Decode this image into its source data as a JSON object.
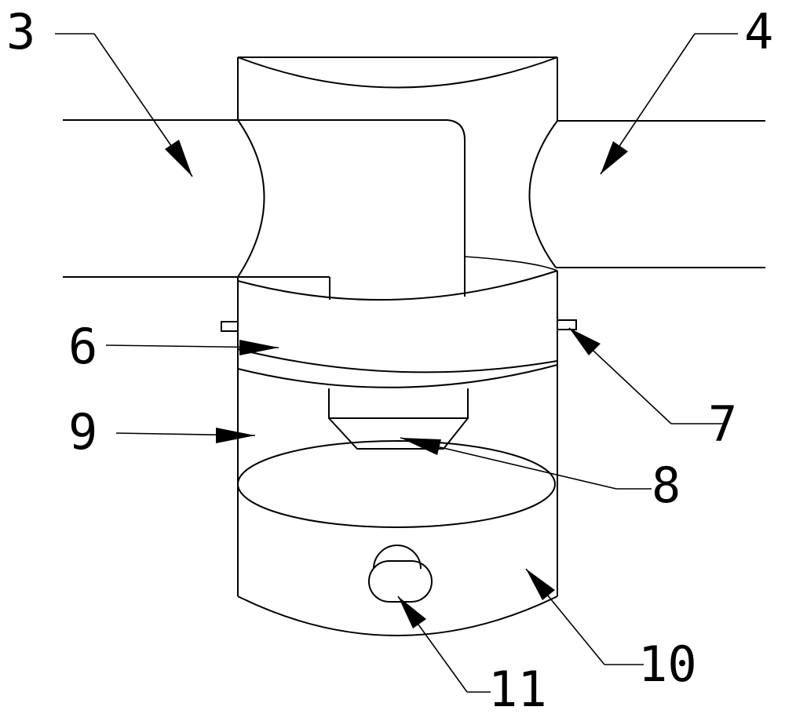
{
  "diagram": {
    "callouts": {
      "c3": "3",
      "c4": "4",
      "c6": "6",
      "c7": "7",
      "c8": "8",
      "c9": "9",
      "c10": "10",
      "c11": "11"
    }
  }
}
